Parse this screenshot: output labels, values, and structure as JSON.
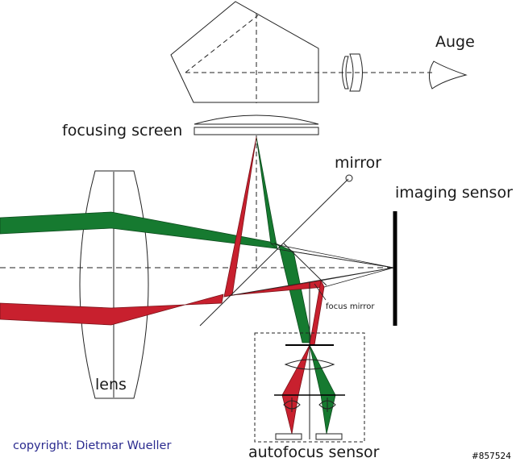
{
  "labels": {
    "eye": "Auge",
    "focusing_screen": "focusing screen",
    "mirror": "mirror",
    "imaging_sensor": "imaging sensor",
    "focus_mirror": "focus mirror",
    "lens": "lens",
    "autofocus_sensor": "autofocus sensor"
  },
  "copyright": "copyright: Dietmar Wueller",
  "image_id": "#857524",
  "colors": {
    "green_beam": "#167a30",
    "red_beam": "#c8202e",
    "outline": "#222222",
    "copyright_text": "#2b2b8f"
  }
}
